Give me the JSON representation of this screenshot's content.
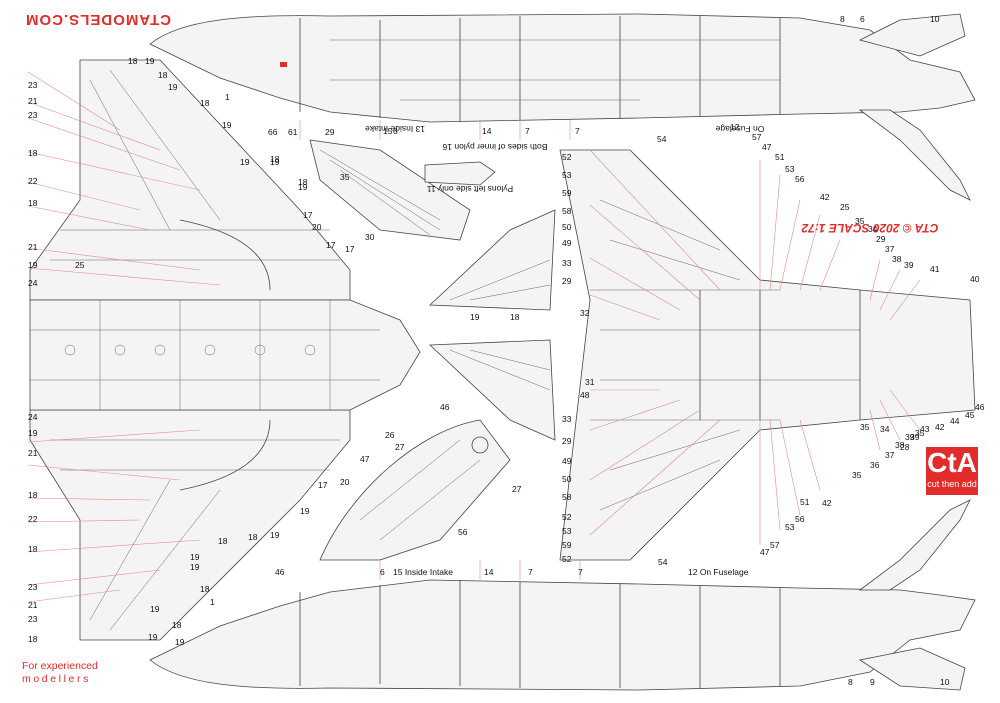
{
  "brand": {
    "site": "CTAMODELS.COM",
    "scale": "CTA © 2020  SCALE 1:72",
    "logo_mark": "CtA",
    "logo_tagline": "cut then add"
  },
  "footer": {
    "line1": "For experienced",
    "line2": "modellers"
  },
  "notes": {
    "inside_intake_top": "13 Inside Intake",
    "inside_intake_bottom": "15 Inside Intake",
    "on_fuselage_top": "On Fuselage",
    "on_fuselage_bottom": "12 On Fuselage",
    "pylon_inner": "Both sides of inner pylon 16",
    "pylon_left": "Pylons left side only 11"
  },
  "callouts": {
    "top_left_wing": [
      "18",
      "18",
      "19",
      "19",
      "18",
      "19",
      "23",
      "21",
      "23",
      "18",
      "22",
      "18",
      "21",
      "19",
      "24",
      "19",
      "25",
      "18",
      "19"
    ],
    "top_fuselage": [
      "1",
      "66",
      "61",
      "15",
      "6",
      "14",
      "7",
      "7",
      "12",
      "57",
      "47",
      "51",
      "53",
      "56",
      "42",
      "25",
      "35",
      "34",
      "29",
      "37",
      "38",
      "39",
      "41",
      "40",
      "8",
      "6",
      "10"
    ],
    "mid_left_wing": [
      "17",
      "20",
      "17",
      "30",
      "29",
      "35",
      "17",
      "18",
      "19",
      "24",
      "19",
      "21",
      "18",
      "22",
      "18",
      "18",
      "19",
      "26",
      "27",
      "47",
      "20",
      "17",
      "19",
      "18",
      "19"
    ],
    "center_stab": [
      "19",
      "18",
      "46",
      "27",
      "56"
    ],
    "bottom_right": [
      "54",
      "52",
      "53",
      "59",
      "58",
      "50",
      "49",
      "33",
      "29",
      "32",
      "31",
      "48",
      "33",
      "29",
      "49",
      "50",
      "58",
      "52",
      "53",
      "59",
      "52",
      "54",
      "56",
      "57",
      "47",
      "53",
      "51",
      "42",
      "35",
      "36",
      "37",
      "38",
      "39",
      "35",
      "43",
      "42",
      "44",
      "45",
      "46",
      "28",
      "39",
      "34",
      "35"
    ],
    "bottom_fuselage": [
      "46",
      "1",
      "6",
      "14",
      "7",
      "7",
      "8",
      "9",
      "10",
      "19",
      "18",
      "23",
      "21",
      "23",
      "18",
      "19",
      "18",
      "19",
      "19"
    ]
  },
  "colors": {
    "brand_red": "#e22b2b",
    "leader_red": "#e68a8a",
    "line": "#444444"
  },
  "icons": [
    "cta-logo-icon"
  ]
}
